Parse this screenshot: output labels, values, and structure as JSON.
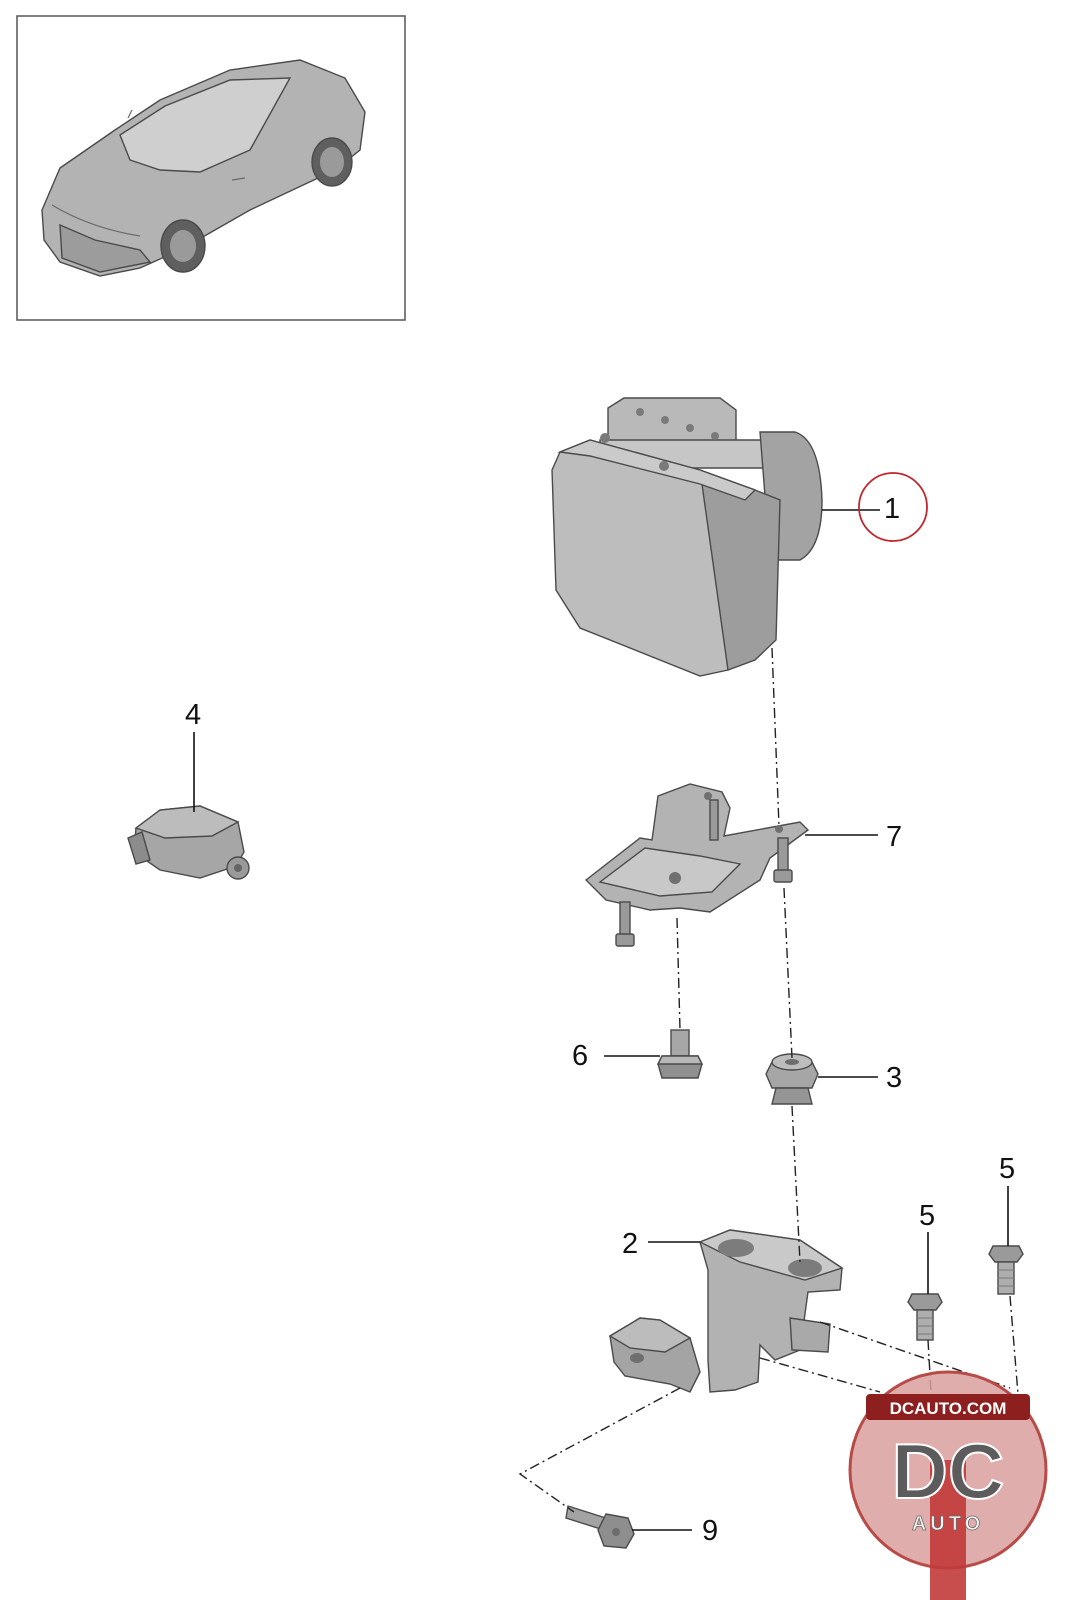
{
  "colors": {
    "part_fill": "#a9a9a9",
    "part_light": "#c4c4c4",
    "part_dark": "#8a8a8a",
    "highlight_ring": "#c0282d",
    "watermark_red": "#c23a3a"
  },
  "callouts": {
    "c1": "1",
    "c2": "2",
    "c3": "3",
    "c4": "4",
    "c5a": "5",
    "c5b": "5",
    "c6": "6",
    "c7": "7",
    "c9": "9"
  },
  "watermark": {
    "site": "DCAUTO.COM",
    "mark": "DC",
    "word": "AUTO"
  }
}
